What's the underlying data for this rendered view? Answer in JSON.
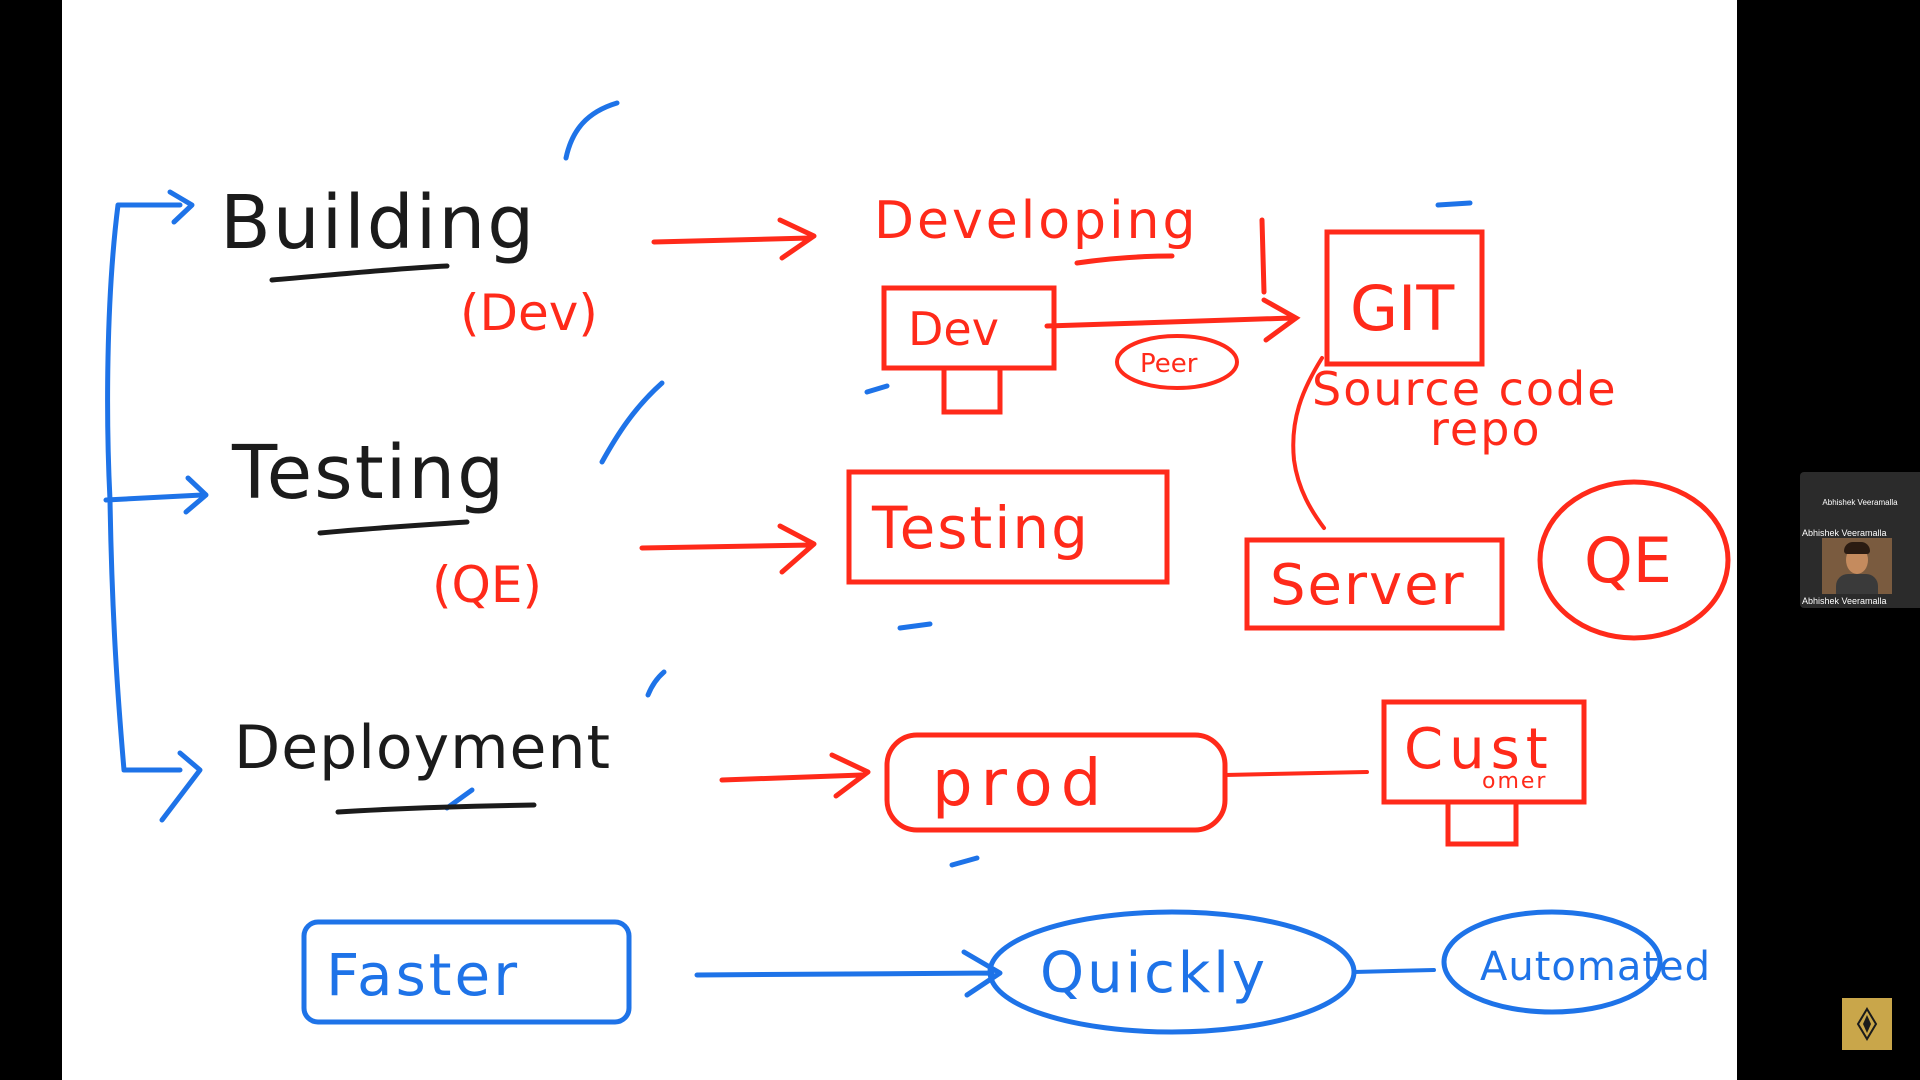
{
  "whiteboard": {
    "stages": [
      "Building",
      "Testing",
      "Deployment"
    ],
    "stage_roles": [
      "(Dev)",
      "(QE)"
    ],
    "developing": "Developing",
    "dev_box": "Dev",
    "peer": "Peer",
    "git_box": "GIT",
    "source_code_repo_line1": "Source code",
    "source_code_repo_line2": "repo",
    "testing_box": "Testing",
    "server_box": "Server",
    "qe_circle": "QE",
    "prod_box": "prod",
    "customer_box_line1": "Cust",
    "customer_box_line2": "omer",
    "faster_box": "Faster",
    "quickly_oval": "Quickly",
    "automated_oval": "Automated"
  },
  "participant": {
    "name_top": "Abhishek Veeramalla",
    "name_mid": "Abhishek Veeramalla",
    "name_bottom": "Abhishek Veeramalla"
  },
  "colors": {
    "red_ink": "#ff2a1a",
    "blue_ink": "#1e73e8",
    "black_ink": "#1b1b1b",
    "badge": "#c9a64a"
  }
}
